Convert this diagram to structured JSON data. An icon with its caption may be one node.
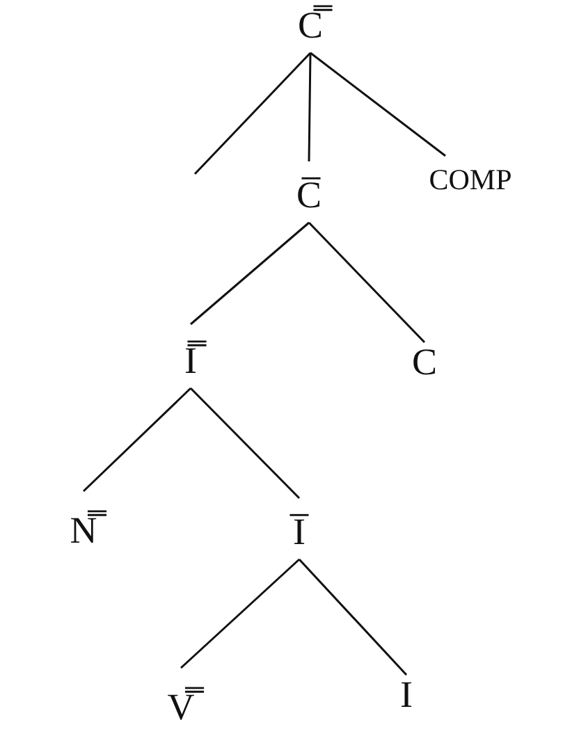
{
  "diagram": {
    "nodes": [
      {
        "text": [
          "C̿"
        ]
      },
      {
        "text": [
          "C̅"
        ]
      },
      {
        "text": [
          "COMP"
        ]
      },
      {
        "text": [
          "I̿"
        ]
      },
      {
        "text": [
          "C"
        ]
      },
      {
        "text": [
          "N̿"
        ]
      },
      {
        "text": [
          "I̅"
        ]
      },
      {
        "text": [
          "V̿"
        ]
      },
      {
        "text": [
          "I"
        ]
      }
    ],
    "edges": [
      {
        "from": 0,
        "to": null,
        "arrow": "none"
      },
      {
        "from": 0,
        "to": 1,
        "arrow": "none"
      },
      {
        "from": 0,
        "to": 2,
        "arrow": "none"
      },
      {
        "from": 1,
        "to": 3,
        "arrow": "none"
      },
      {
        "from": 1,
        "to": 4,
        "arrow": "none"
      },
      {
        "from": 3,
        "to": 5,
        "arrow": "none"
      },
      {
        "from": 3,
        "to": 6,
        "arrow": "none"
      },
      {
        "from": 6,
        "to": 7,
        "arrow": "none"
      },
      {
        "from": 6,
        "to": 8,
        "arrow": "none"
      }
    ]
  }
}
